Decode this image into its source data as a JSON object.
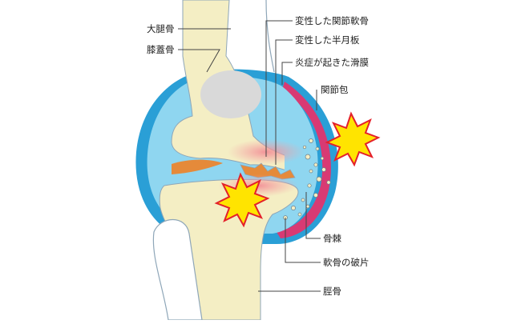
{
  "labels": {
    "femur": "大腿骨",
    "patella": "膝蓋骨",
    "degenerated_cartilage": "変性した関節軟骨",
    "degenerated_meniscus": "変性した半月板",
    "inflamed_synovium": "炎症が起きた滑膜",
    "joint_capsule": "関節包",
    "osteophyte": "骨棘",
    "cartilage_fragments": "軟骨の破片",
    "tibia": "脛骨"
  },
  "colors": {
    "capsule_outer": "#2a9fd6",
    "synovium": "#d83a73",
    "joint_fluid": "#8fd6f0",
    "bone": "#f4eec4",
    "meniscus": "#e58a3a",
    "patella": "#d9d9d9",
    "pain_burst": "#ffe400",
    "pain_outline": "#e4202a",
    "inflammation_glow": "#f6a3a8",
    "leader_line": "#444444"
  }
}
